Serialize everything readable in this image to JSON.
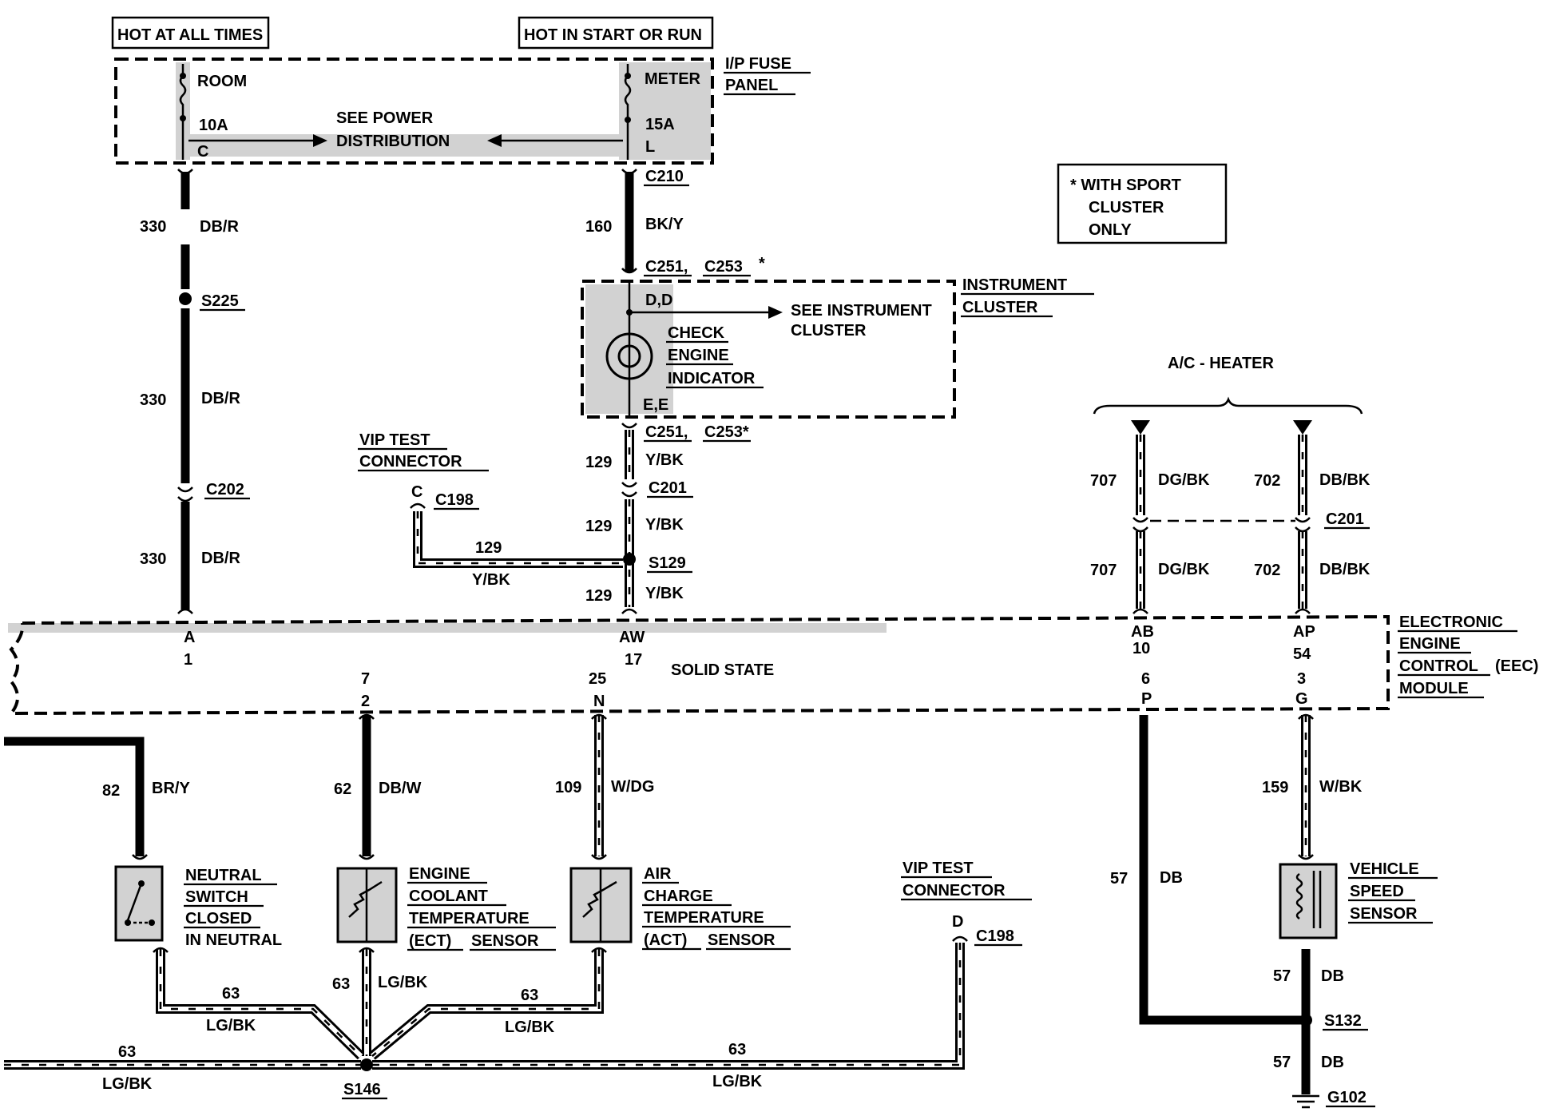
{
  "power": {
    "hot_at_all_times": "HOT AT ALL TIMES",
    "hot_in_start_or_run": "HOT IN START OR RUN",
    "fuse_room": "ROOM",
    "fuse_room_amps": "10A",
    "fuse_room_pin": "C",
    "fuse_meter": "METER",
    "fuse_meter_amps": "15A",
    "fuse_meter_pin": "L",
    "see_power_1": "SEE POWER",
    "see_power_2": "DISTRIBUTION",
    "ip_fuse_1": "I/P FUSE",
    "ip_fuse_2": "PANEL"
  },
  "note": {
    "line1": "* WITH SPORT",
    "line2": "CLUSTER",
    "line3": "ONLY"
  },
  "connectors": {
    "c210": "C210",
    "c251_c253_top_a": "C251,",
    "c251_c253_top_b": "C253",
    "star": "*",
    "c251_c253_bot_a": "C251,",
    "c251_c253_bot_b": "C253*",
    "c202": "C202",
    "c201_mid": "C201",
    "c201_right": "C201",
    "c198_top": "C198",
    "c198_pin_top": "C",
    "c198_bot": "C198",
    "c198_pin_bot": "D",
    "s225": "S225",
    "s129": "S129",
    "s146": "S146",
    "s132": "S132",
    "g102": "G102"
  },
  "cluster": {
    "pins_top": "D,D",
    "pins_bot": "E,E",
    "see_1": "SEE INSTRUMENT",
    "see_2": "CLUSTER",
    "check_1": "CHECK",
    "check_2": "ENGINE",
    "check_3": "INDICATOR",
    "title_1": "INSTRUMENT",
    "title_2": "CLUSTER"
  },
  "vip_top": {
    "line1": "VIP TEST",
    "line2": "CONNECTOR"
  },
  "vip_bot": {
    "line1": "VIP TEST",
    "line2": "CONNECTOR"
  },
  "ac_heater": "A/C - HEATER",
  "eec": {
    "solid_state": "SOLID STATE",
    "title_1": "ELECTRONIC",
    "title_2": "ENGINE",
    "title_3": "CONTROL",
    "title_3b": "(EEC)",
    "title_4": "MODULE",
    "pin_a_letter": "A",
    "pin_a_num": "1",
    "pin_aw_letter": "AW",
    "pin_aw_num": "17",
    "pin_ab_letter": "AB",
    "pin_ab_num": "10",
    "pin_ap_letter": "AP",
    "pin_ap_num": "54",
    "pin_7_num": "7",
    "pin_7_letter": "2",
    "pin_25_num": "25",
    "pin_25_letter": "N",
    "pin_6_num": "6",
    "pin_6_letter": "P",
    "pin_3_num": "3",
    "pin_3_letter": "G"
  },
  "wires": {
    "w330a_n": "330",
    "w330a_c": "DB/R",
    "w330b_n": "330",
    "w330b_c": "DB/R",
    "w330c_n": "330",
    "w330c_c": "DB/R",
    "w160_n": "160",
    "w160_c": "BK/Y",
    "w129a_n": "129",
    "w129a_c": "Y/BK",
    "w129b_n": "129",
    "w129b_c": "Y/BK",
    "w129c_n": "129",
    "w129c_c": "Y/BK",
    "w129d_n": "129",
    "w129d_c": "Y/BK",
    "w707a_n": "707",
    "w707a_c": "DG/BK",
    "w702a_n": "702",
    "w702a_c": "DB/BK",
    "w707b_n": "707",
    "w707b_c": "DG/BK",
    "w702b_n": "702",
    "w702b_c": "DB/BK",
    "w82_n": "82",
    "w82_c": "BR/Y",
    "w62_n": "62",
    "w62_c": "DB/W",
    "w109_n": "109",
    "w109_c": "W/DG",
    "w159_n": "159",
    "w159_c": "W/BK",
    "w57a_n": "57",
    "w57a_c": "DB",
    "w57b_n": "57",
    "w57b_c": "DB",
    "w57c_n": "57",
    "w57c_c": "DB",
    "w63a_n": "63",
    "w63a_c": "LG/BK",
    "w63b_n": "63",
    "w63b_c": "LG/BK",
    "w63c_n": "63",
    "w63c_c": "LG/BK",
    "w63d_n": "63",
    "w63d_c": "LG/BK",
    "w63e_n": "63",
    "w63e_c": "LG/BK"
  },
  "sensors": {
    "neutral_1": "NEUTRAL",
    "neutral_2": "SWITCH",
    "neutral_3": "CLOSED",
    "neutral_4": "IN NEUTRAL",
    "ect_1": "ENGINE",
    "ect_2": "COOLANT",
    "ect_3": "TEMPERATURE",
    "ect_4a": "(ECT)",
    "ect_4b": "SENSOR",
    "act_1": "AIR",
    "act_2": "CHARGE",
    "act_3": "TEMPERATURE",
    "act_4a": "(ACT)",
    "act_4b": "SENSOR",
    "vss_1": "VEHICLE",
    "vss_2": "SPEED",
    "vss_3": "SENSOR"
  }
}
